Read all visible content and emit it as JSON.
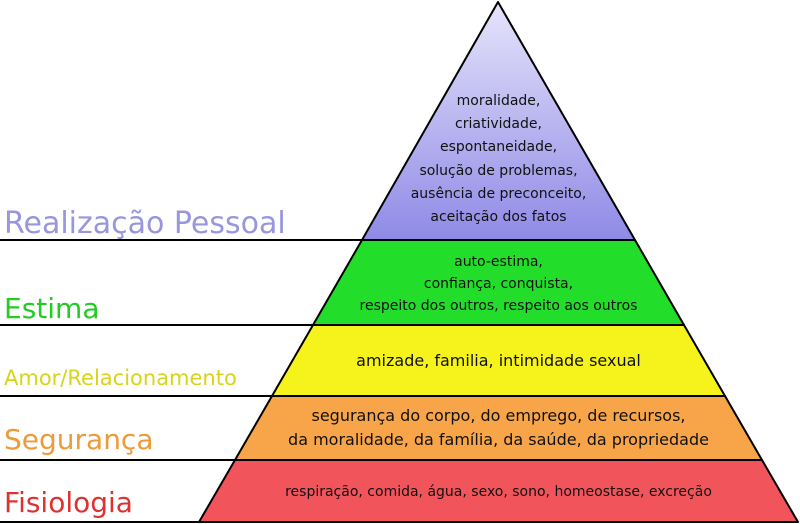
{
  "colors": {
    "outline": "#000000",
    "tier_top_light": "#e6e4fb",
    "tier_top_dark": "#8f8ae6",
    "tier_estima": "#22dd2a",
    "tier_amor": "#f5f21c",
    "tier_seguranca": "#f8a54a",
    "tier_fisiologia": "#f2545b",
    "label_realizacao": "#9896dc",
    "label_estima": "#22cc22",
    "label_amor": "#d8d41a",
    "label_seguranca": "#ef9a38",
    "label_fisiologia": "#e03131"
  },
  "levels": [
    {
      "label": "Realização Pessoal",
      "items": [
        "moralidade,",
        "criatividade,",
        "espontaneidade,",
        "solução de problemas,",
        "ausência de preconceito,",
        "aceitação dos fatos"
      ]
    },
    {
      "label": "Estima",
      "items": [
        "auto-estima,",
        "confiança, conquista,",
        "respeito dos outros, respeito aos outros"
      ]
    },
    {
      "label": "Amor/Relacionamento",
      "items": [
        "amizade, familia, intimidade sexual"
      ]
    },
    {
      "label": "Segurança",
      "items": [
        "segurança do corpo, do emprego, de recursos,",
        "da moralidade, da família, da saúde, da propriedade"
      ]
    },
    {
      "label": "Fisiologia",
      "items": [
        "respiração, comida, água, sexo, sono, homeostase, excreção"
      ]
    }
  ]
}
